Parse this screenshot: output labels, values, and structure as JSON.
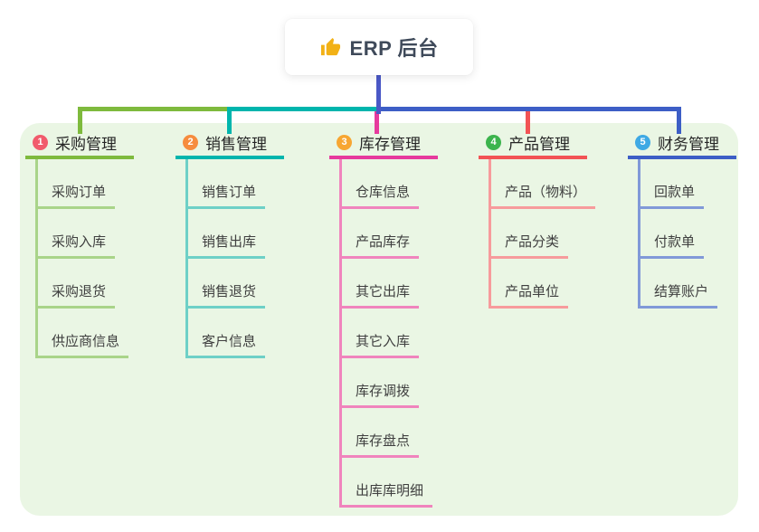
{
  "root": {
    "title": "ERP 后台",
    "icon": "thumbs-up-icon",
    "icon_color": "#f2b116"
  },
  "connector_color": "#4a58c6",
  "panel_color": "#eaf6e4",
  "branches": [
    {
      "badge": "1",
      "title": "采购管理",
      "color": "#7eba3d",
      "light_color": "#a9d489",
      "badge_color": "#f15b6c",
      "children": [
        "采购订单",
        "采购入库",
        "采购退货",
        "供应商信息"
      ]
    },
    {
      "badge": "2",
      "title": "销售管理",
      "color": "#00b5ad",
      "light_color": "#6ed0c7",
      "badge_color": "#f68c3e",
      "children": [
        "销售订单",
        "销售出库",
        "销售退货",
        "客户信息"
      ]
    },
    {
      "badge": "3",
      "title": "库存管理",
      "color": "#e63a9d",
      "light_color": "#f084bd",
      "badge_color": "#f7a632",
      "children": [
        "仓库信息",
        "产品库存",
        "其它出库",
        "其它入库",
        "库存调拨",
        "库存盘点",
        "出库库明细"
      ]
    },
    {
      "badge": "4",
      "title": "产品管理",
      "color": "#f25355",
      "light_color": "#f79b9c",
      "badge_color": "#3cb44d",
      "children": [
        "产品（物料）",
        "产品分类",
        "产品单位"
      ]
    },
    {
      "badge": "5",
      "title": "财务管理",
      "color": "#3d5ec6",
      "light_color": "#8199d8",
      "badge_color": "#3fa9e4",
      "children": [
        "回款单",
        "付款单",
        "结算账户"
      ]
    }
  ]
}
